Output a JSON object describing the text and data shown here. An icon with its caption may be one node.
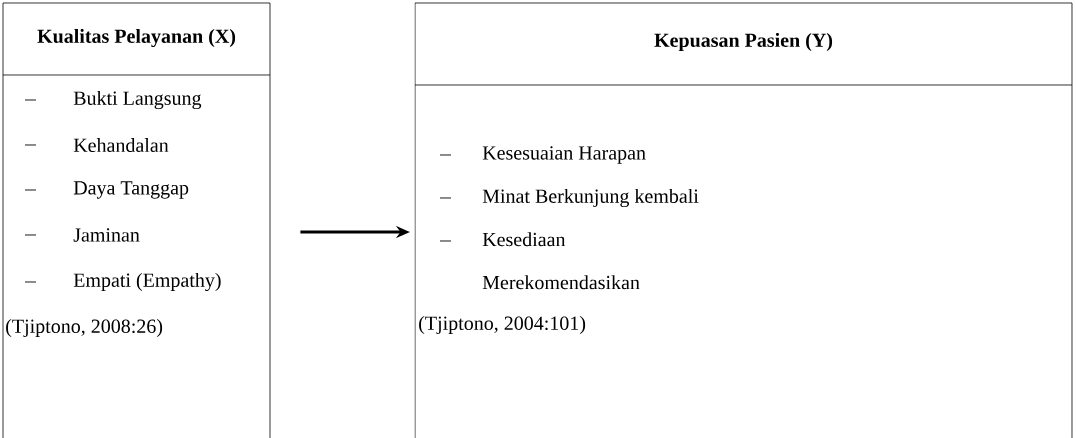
{
  "diagram": {
    "nodes": [
      {
        "text": [
          "Kualitas Pelayanan (X)",
          "Bukti Langsung",
          "Kehandalan",
          "Daya Tanggap",
          "Jaminan",
          "Empati (Empathy)",
          "(Tjiptono, 2008:26)"
        ]
      },
      {
        "text": [
          "Kepuasan Pasien (Y)",
          "Kesesuaian Harapan",
          "Minat Berkunjung kembali",
          "Kesediaan Merekomendasikan",
          "(Tjiptono, 2004:101)"
        ]
      }
    ],
    "edges": [
      {
        "from": 0,
        "to": 1,
        "arrow": "to"
      }
    ]
  }
}
